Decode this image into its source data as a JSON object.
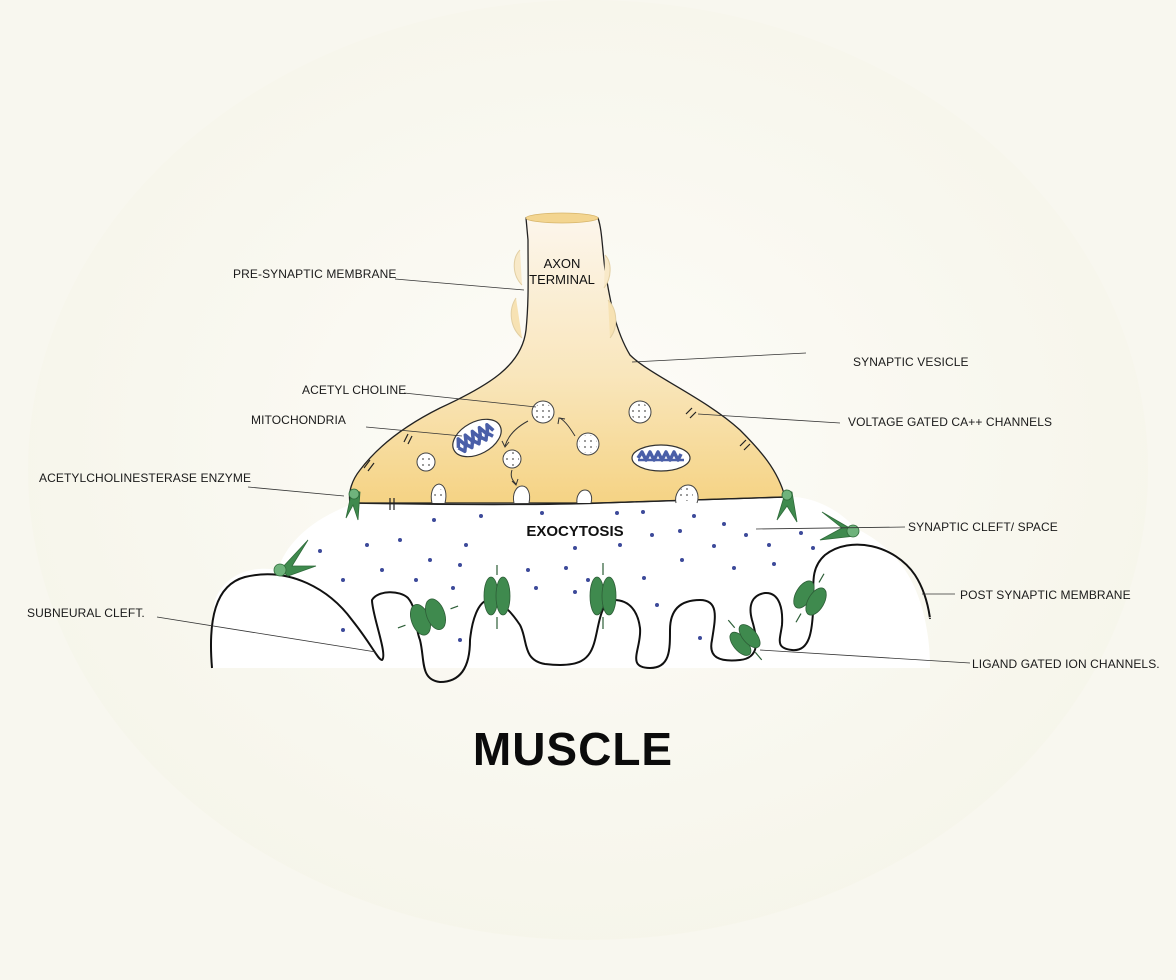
{
  "diagram": {
    "title": "MUSCLE",
    "inner_labels": {
      "axon_terminal_line1": "AXON",
      "axon_terminal_line2": "TERMINAL",
      "exocytosis": "EXOCYTOSIS"
    },
    "labels": {
      "pre_synaptic_membrane": "PRE-SYNAPTIC MEMBRANE",
      "acetyl_choline": "ACETYL CHOLINE",
      "mitochondria": "MITOCHONDRIA",
      "acetylcholinesterase_enzyme": "ACETYLCHOLINESTERASE ENZYME",
      "subneural_cleft": "SUBNEURAL CLEFT.",
      "synaptic_vesicle": "SYNAPTIC VESICLE",
      "voltage_gated_channels": "VOLTAGE GATED CA++ CHANNELS",
      "synaptic_cleft": "SYNAPTIC CLEFT/ SPACE",
      "post_synaptic_membrane": "POST SYNAPTIC MEMBRANE",
      "ligand_gated_channels": "LIGAND GATED ION CHANNELS."
    },
    "colors": {
      "background": "#f8f7ef",
      "axon_fill_top": "#fbf3e3",
      "axon_fill_bottom": "#f6d58a",
      "mitochondria_cristae": "#4a5fa8",
      "receptor_green": "#3f8a4e",
      "neurotransmitter_dot": "#3d4a9a"
    }
  }
}
